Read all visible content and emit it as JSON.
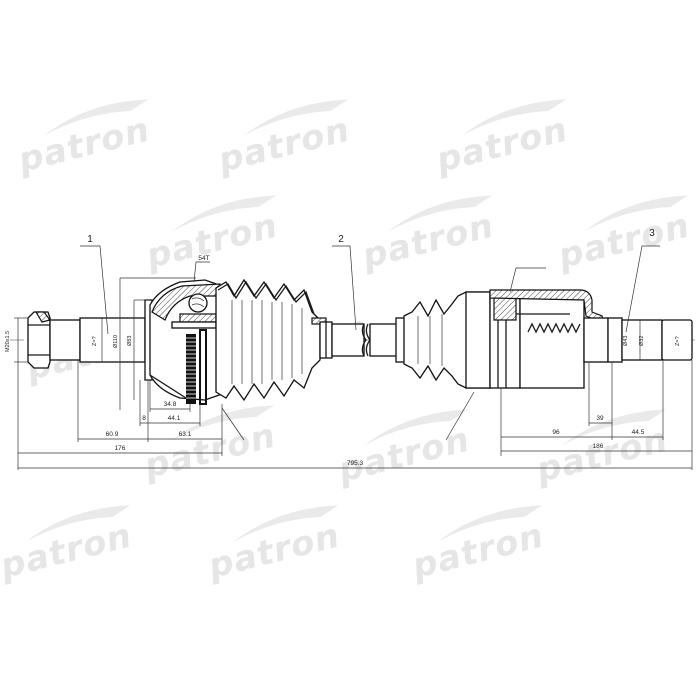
{
  "watermark": {
    "text": "patron"
  },
  "callouts": [
    {
      "id": "1",
      "label": "1"
    },
    {
      "id": "2",
      "label": "2"
    },
    {
      "id": "3",
      "label": "3"
    }
  ],
  "annotations": {
    "abs_ring_teeth": "54T",
    "thread": "M20x1.5",
    "spline_outer_left": "Z=?",
    "dia_outer_joint_1": "Ø110",
    "dia_outer_joint_2": "Ø83",
    "dia_inner_1": "Ø43",
    "dia_inner_2": "Ø32",
    "spline_inner_right": "Z=?"
  },
  "dimensions": {
    "left": {
      "d_34_8": "34.8",
      "d_8": "8",
      "d_44_1": "44.1",
      "d_60_9": "60.9",
      "d_63_1": "63.1",
      "d_176": "176"
    },
    "right": {
      "d_39": "39",
      "d_96": "96",
      "d_44_5": "44.5",
      "d_186": "186"
    },
    "overall": "795.3"
  }
}
